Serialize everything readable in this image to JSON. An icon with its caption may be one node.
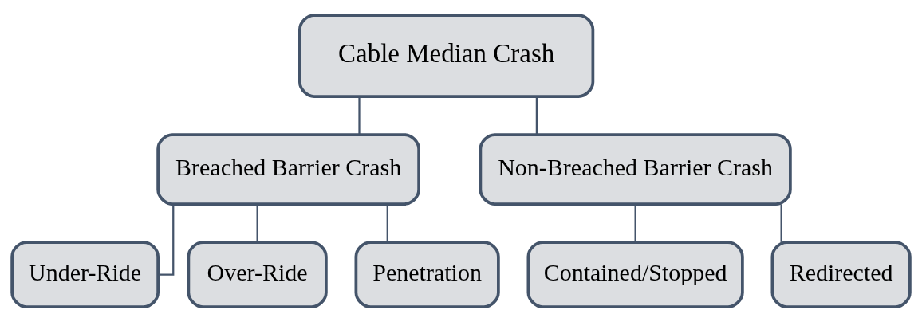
{
  "diagram": {
    "nodes": [
      {
        "text": [
          "Cable Median Crash"
        ]
      },
      {
        "text": [
          "Breached Barrier Crash"
        ]
      },
      {
        "text": [
          "Non-Breached Barrier Crash"
        ]
      },
      {
        "text": [
          "Under-Ride"
        ]
      },
      {
        "text": [
          "Over-Ride"
        ]
      },
      {
        "text": [
          "Penetration"
        ]
      },
      {
        "text": [
          "Contained/Stopped"
        ]
      },
      {
        "text": [
          "Redirected"
        ]
      }
    ],
    "edges": [
      {
        "from": 0,
        "to": 1,
        "arrow": "none"
      },
      {
        "from": 0,
        "to": 2,
        "arrow": "none"
      },
      {
        "from": 1,
        "to": 3,
        "arrow": "none"
      },
      {
        "from": 1,
        "to": 4,
        "arrow": "none"
      },
      {
        "from": 1,
        "to": 5,
        "arrow": "none"
      },
      {
        "from": 2,
        "to": 6,
        "arrow": "none"
      },
      {
        "from": 2,
        "to": 7,
        "arrow": "none"
      }
    ]
  }
}
